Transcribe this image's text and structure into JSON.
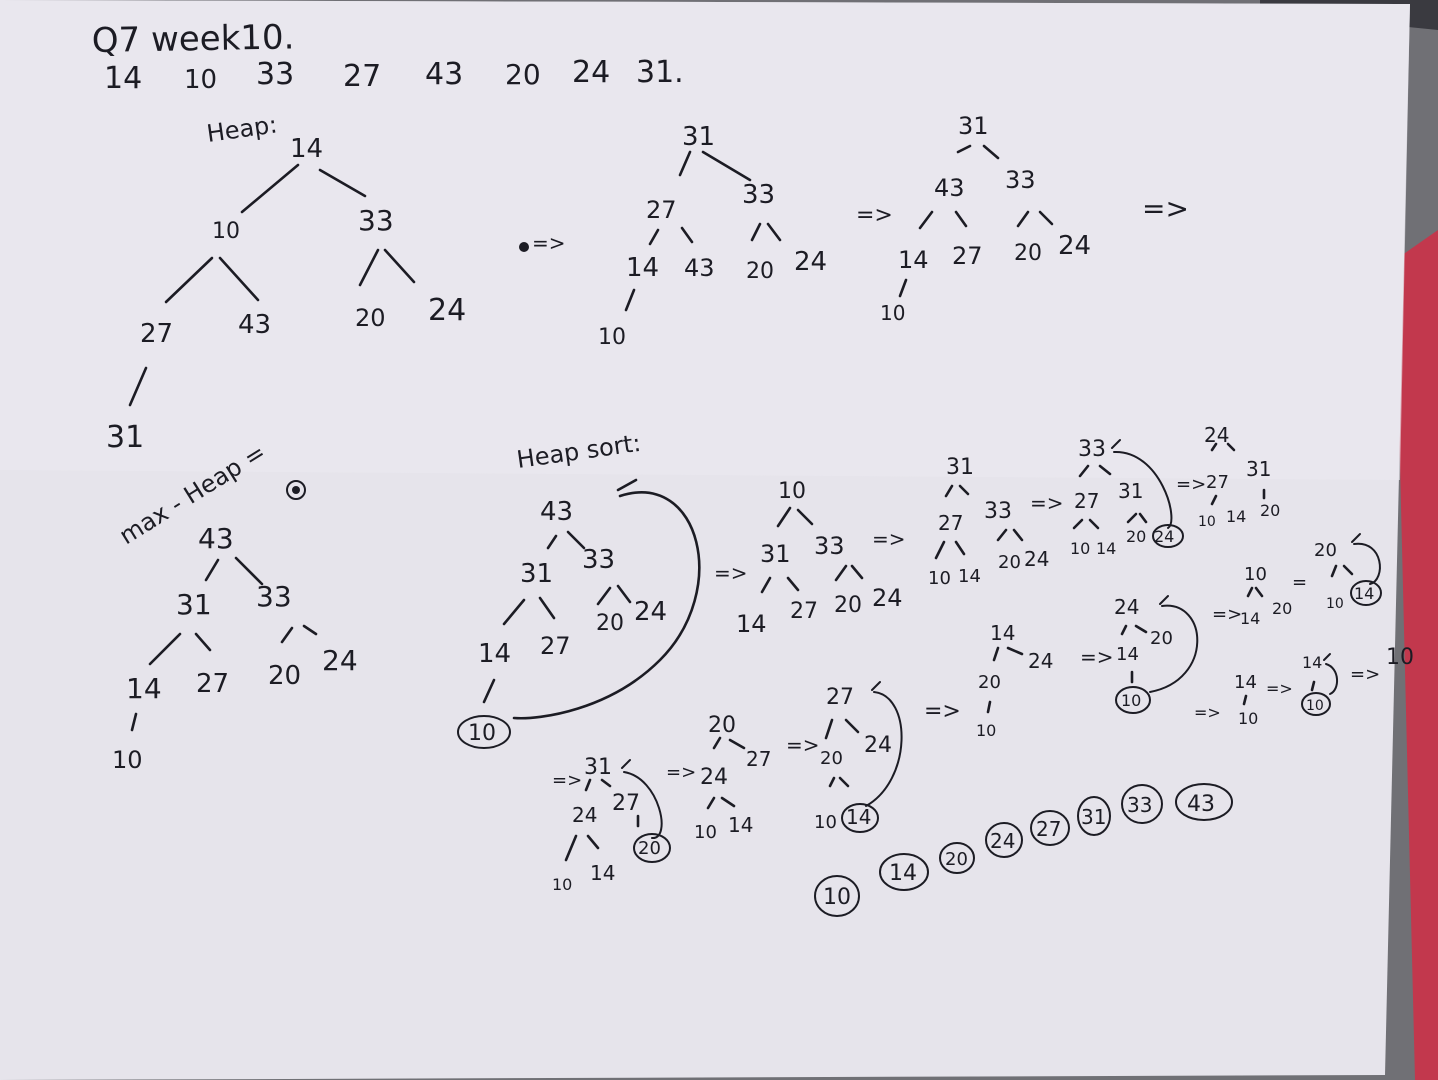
{
  "header": {
    "title": "Q7 week10.",
    "sequence": [
      "14",
      "10",
      "33",
      "27",
      "43",
      "20",
      "24",
      "31."
    ]
  },
  "labels": {
    "heap": "Heap:",
    "max_heap": "max - Heap =",
    "heap_sort": "Heap sort:"
  },
  "arrow": "=>",
  "sorted_result": [
    "10",
    "14",
    "20",
    "24",
    "27",
    "31",
    "33",
    "43"
  ],
  "trees": {
    "t1": [
      "14",
      "10",
      "33",
      "27",
      "43",
      "20",
      "24",
      "31"
    ],
    "t2": [
      "31",
      "27",
      "33",
      "14",
      "43",
      "20",
      "24",
      "10"
    ],
    "t3": [
      "31",
      "43",
      "33",
      "14",
      "27",
      "20",
      "24",
      "10"
    ],
    "maxheap": [
      "43",
      "31",
      "33",
      "14",
      "27",
      "20",
      "24",
      "10"
    ],
    "hs1": [
      "43",
      "31",
      "33",
      "14",
      "27",
      "20",
      "24",
      "10"
    ],
    "hs2": [
      "10",
      "31",
      "33",
      "14",
      "27",
      "20",
      "24"
    ],
    "hs3": [
      "31",
      "27",
      "33",
      "10",
      "14",
      "20",
      "24"
    ],
    "hs4": [
      "33",
      "27",
      "31",
      "10",
      "14",
      "20",
      "24"
    ],
    "hs5": [
      "24",
      "27",
      "31",
      "10",
      "14",
      "20"
    ],
    "b1": [
      "31",
      "24",
      "27",
      "10",
      "14",
      "20"
    ],
    "b2": [
      "20",
      "24",
      "27",
      "10",
      "14"
    ],
    "b3": [
      "27",
      "20",
      "24",
      "10",
      "14"
    ],
    "c1": [
      "14",
      "20",
      "24",
      "10"
    ],
    "c2": [
      "24",
      "14",
      "20",
      "10"
    ],
    "c3": [
      "10",
      "14",
      "20"
    ],
    "c3b": [
      "20",
      "10",
      "14"
    ],
    "c4": [
      "14",
      "10"
    ],
    "c4b": [
      "14",
      "10"
    ],
    "c5": [
      "10"
    ]
  }
}
